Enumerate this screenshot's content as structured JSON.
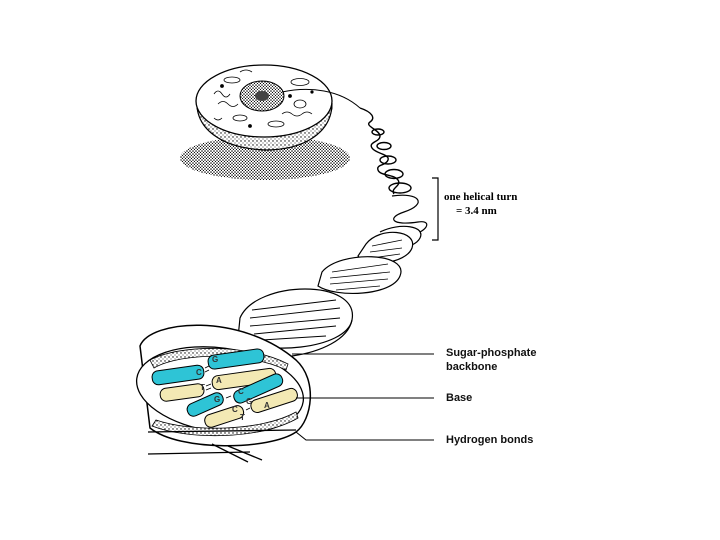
{
  "labels": {
    "helical_turn_line1": "one helical turn",
    "helical_turn_line2": "= 3.4 nm",
    "backbone_line1": "Sugar-phosphate",
    "backbone_line2": "backbone",
    "base": "Base",
    "hydrogen_bonds": "Hydrogen bonds"
  },
  "base_letters": {
    "b1": "C",
    "b2": "G",
    "b3": "T",
    "b4": "A",
    "b5": "G",
    "b6": "C",
    "b7": "C",
    "b8": "G",
    "b9": "T",
    "b10": "A"
  },
  "colors": {
    "cytosine_guanine": "#2ec4d6",
    "thymine_adenine": "#f3e9b4",
    "ink": "#000000"
  }
}
